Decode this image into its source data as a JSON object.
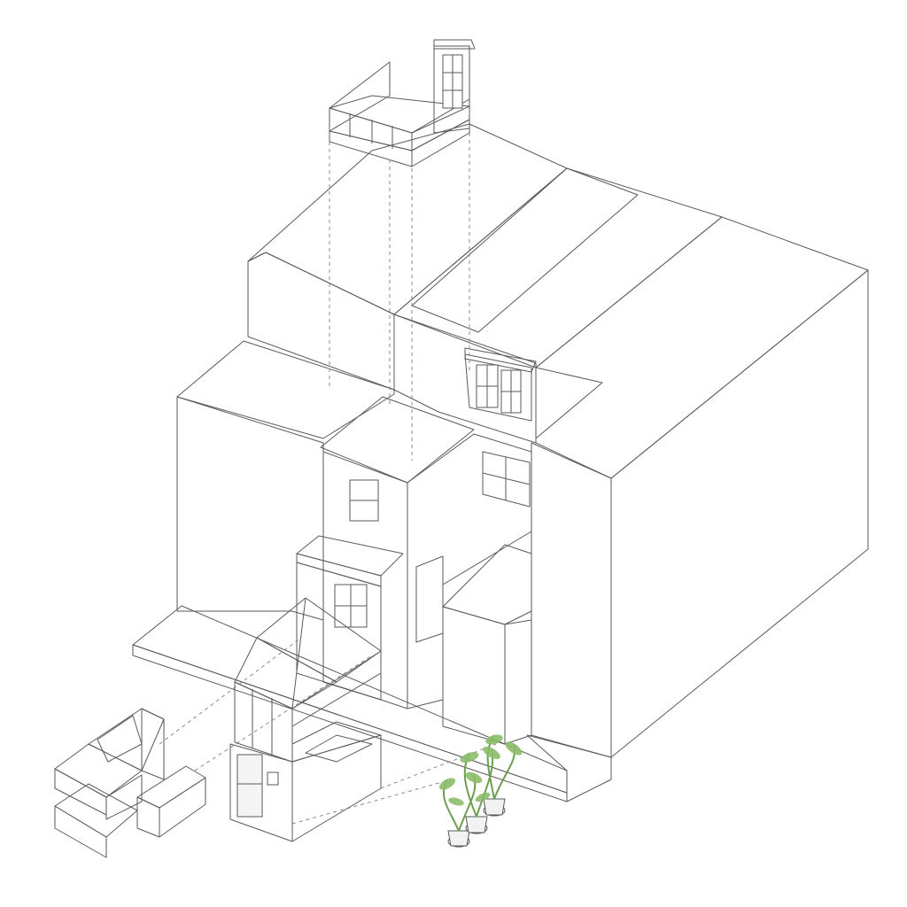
{
  "diagram": {
    "style": "exploded axonometric architectural drawing",
    "colors": {
      "background": "#ffffff",
      "wall_light": "#f1f1f1",
      "wall_mid": "#e6e6e6",
      "wall_shade": "#d6d6d6",
      "roof_top": "#f7f7f7",
      "brick": "#d9bcc4",
      "slate": "#8d9fcf",
      "glass": "#eef1f3",
      "line": "#5a5a5a",
      "foliage": "#8bbd6a"
    },
    "components": [
      "roof-terrace-balcony",
      "row-house-massing",
      "slate-mansard-dormer",
      "brick-rear-facade",
      "glass-conservatory",
      "entrance-door-module",
      "kitchen-units",
      "potted-plants"
    ]
  }
}
